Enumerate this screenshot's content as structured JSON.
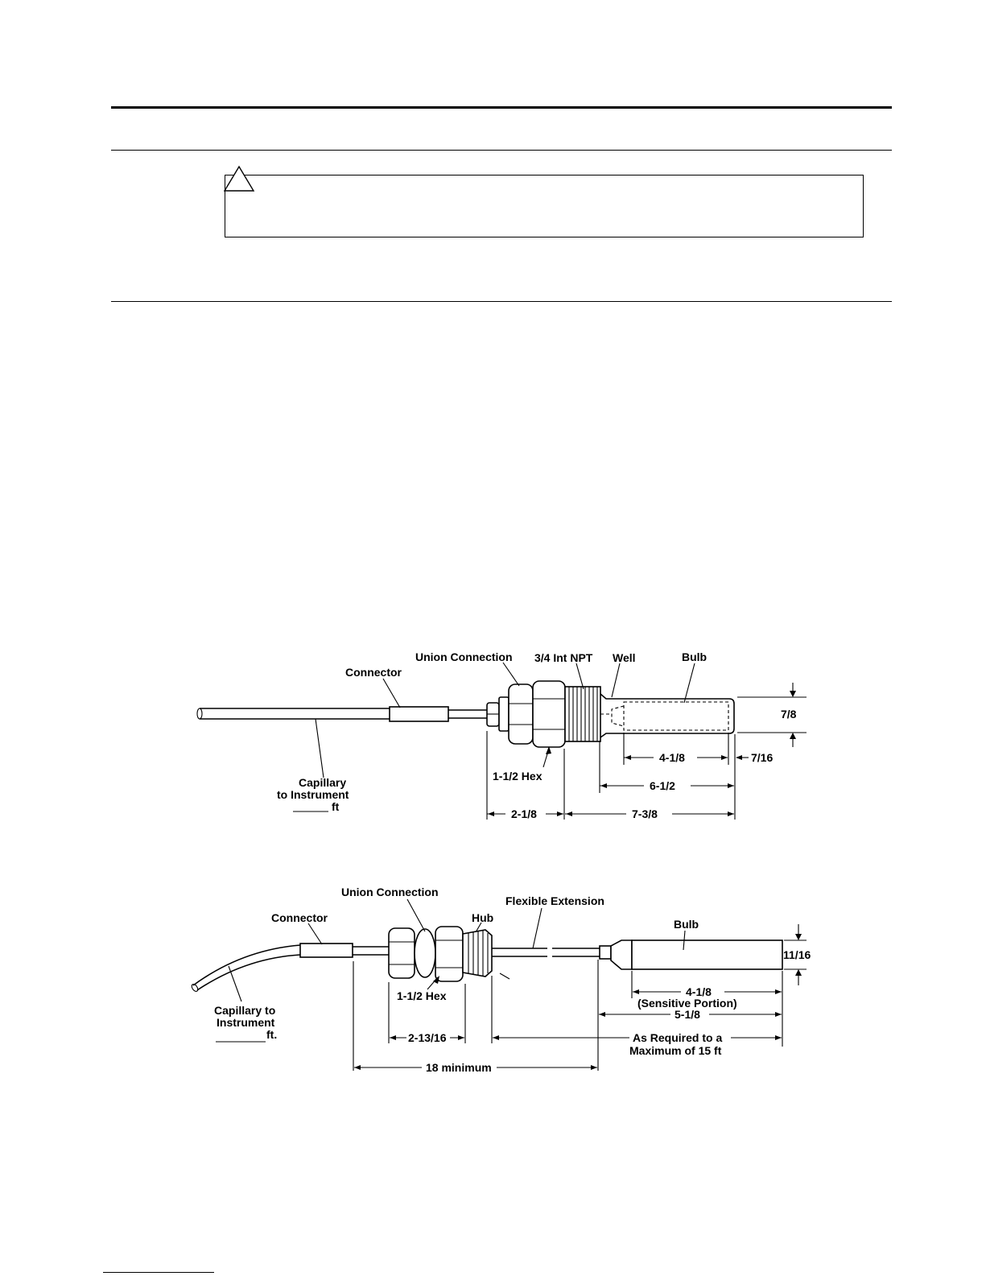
{
  "figure_a": {
    "labels": {
      "union_connection": "Union Connection",
      "npt": "3/4 Int NPT",
      "well": "Well",
      "bulb": "Bulb",
      "connector": "Connector",
      "capillary_line1": "Capillary",
      "capillary_line2": "to Instrument",
      "capillary_ft": "ft",
      "hex": "1-1/2 Hex"
    },
    "dimensions": {
      "diameter": "7/8",
      "bulb_length": "4-1/8",
      "tip": "7/16",
      "well_length": "6-1/2",
      "union_length": "2-1/8",
      "overall": "7-3/8"
    }
  },
  "figure_b": {
    "labels": {
      "union_connection": "Union Connection",
      "flexible_extension": "Flexible Extension",
      "hub": "Hub",
      "connector": "Connector",
      "bulb": "Bulb",
      "capillary_line1": "Capillary to",
      "capillary_line2": "Instrument",
      "capillary_ft": "ft.",
      "hex": "1-1/2 Hex"
    },
    "dimensions": {
      "diameter": "11/16",
      "bulb_length": "4-1/8",
      "sensitive": "(Sensitive Portion)",
      "bulb_total": "5-1/8",
      "union_length": "2-13/16",
      "extension_line1": "As Required to a",
      "extension_line2": "Maximum of 15 ft",
      "minimum": "18 minimum"
    }
  }
}
